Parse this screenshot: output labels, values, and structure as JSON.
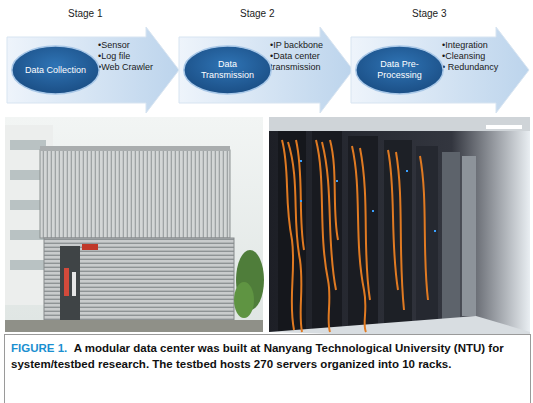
{
  "diagram": {
    "caption": "A modular data center was built at Nanyang Technological University (NTU) for system/testbed research. The testbed hosts 270 servers organized into 10 racks.",
    "nodes": [
      {
        "text": [
          "Stage 1",
          "•Sensor",
          "•Log file",
          "•Web Crawler"
        ]
      },
      {
        "text": [
          "Data Collection"
        ],
        "in": 0
      },
      {
        "text": [
          "Stage 2",
          "•IP backbone",
          "•Data center transmission"
        ]
      },
      {
        "text": [
          "Data Transmission"
        ],
        "in": 2
      },
      {
        "text": [
          "Stage 3",
          "•Integration",
          "•Cleansing",
          "• Redundancy"
        ]
      },
      {
        "text": [
          "Data Pre-Processing"
        ],
        "in": 4
      }
    ],
    "labels": [
      "FIGURE 1."
    ]
  }
}
